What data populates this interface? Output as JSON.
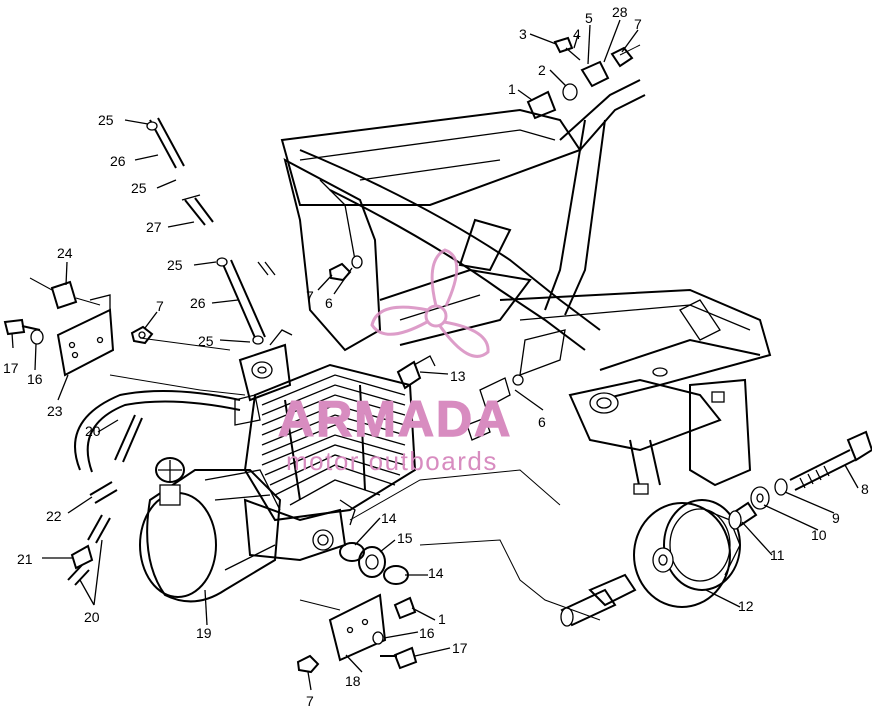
{
  "watermark": {
    "brand": "ARMADA",
    "tagline": "motor outboards",
    "color": "#d88cc0"
  },
  "callouts": [
    {
      "id": "c25a",
      "label": "25"
    },
    {
      "id": "c26a",
      "label": "26"
    },
    {
      "id": "c25b",
      "label": "25"
    },
    {
      "id": "c27",
      "label": "27"
    },
    {
      "id": "c25c",
      "label": "25"
    },
    {
      "id": "c26b",
      "label": "26"
    },
    {
      "id": "c25d",
      "label": "25"
    },
    {
      "id": "c24",
      "label": "24"
    },
    {
      "id": "c7a",
      "label": "7"
    },
    {
      "id": "c17a",
      "label": "17"
    },
    {
      "id": "c16a",
      "label": "16"
    },
    {
      "id": "c23",
      "label": "23"
    },
    {
      "id": "c3",
      "label": "3"
    },
    {
      "id": "c4",
      "label": "4"
    },
    {
      "id": "c5",
      "label": "5"
    },
    {
      "id": "c28",
      "label": "28"
    },
    {
      "id": "c7b",
      "label": "7"
    },
    {
      "id": "c2",
      "label": "2"
    },
    {
      "id": "c1a",
      "label": "1"
    },
    {
      "id": "c7c",
      "label": "7"
    },
    {
      "id": "c6a",
      "label": "6"
    },
    {
      "id": "c13",
      "label": "13"
    },
    {
      "id": "c6b",
      "label": "6"
    },
    {
      "id": "c20a",
      "label": "20"
    },
    {
      "id": "c22",
      "label": "22"
    },
    {
      "id": "c21",
      "label": "21"
    },
    {
      "id": "c20b",
      "label": "20"
    },
    {
      "id": "c19",
      "label": "19"
    },
    {
      "id": "c14a",
      "label": "14"
    },
    {
      "id": "c15",
      "label": "15"
    },
    {
      "id": "c14b",
      "label": "14"
    },
    {
      "id": "c1b",
      "label": "1"
    },
    {
      "id": "c16b",
      "label": "16"
    },
    {
      "id": "c17b",
      "label": "17"
    },
    {
      "id": "c18",
      "label": "18"
    },
    {
      "id": "c7d",
      "label": "7"
    },
    {
      "id": "c12",
      "label": "12"
    },
    {
      "id": "c11",
      "label": "11"
    },
    {
      "id": "c10",
      "label": "10"
    },
    {
      "id": "c9",
      "label": "9"
    },
    {
      "id": "c8",
      "label": "8"
    }
  ]
}
